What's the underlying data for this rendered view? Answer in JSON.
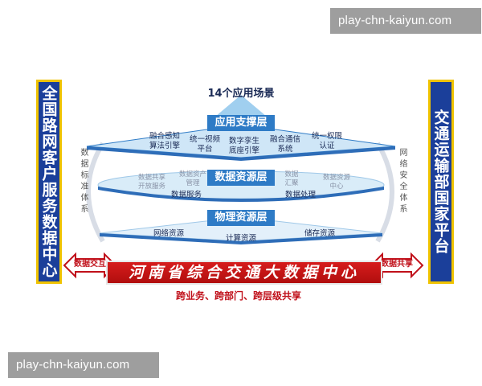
{
  "watermark": "play-chn-kaiyun.com",
  "left_panel": "全国路网客户服务数据中心",
  "right_panel": "交通运输部国家平台",
  "left_arc_label": "数据标准体系",
  "right_arc_label": "网络安全体系",
  "top_title": "14个应用场景",
  "layers": {
    "app": {
      "label": "应用支撑层",
      "items": [
        "融合感知\n算法引擎",
        "统一视频\n平台",
        "数字孪生\n底座引擎",
        "融合通信\n系统",
        "统一权限\n认证"
      ]
    },
    "data": {
      "label": "数据资源层",
      "items_dark": [
        "数据服务",
        "数据处理"
      ],
      "items_muted": [
        "数据共享\n开放服务",
        "数据资产\n管理",
        "数据\n汇聚",
        "数据资源\n中心"
      ]
    },
    "phys": {
      "label": "物理资源层",
      "items": [
        "网络资源",
        "计算资源",
        "储存资源"
      ]
    }
  },
  "left_arrow_label": "数据交互",
  "right_arrow_label": "数据共享",
  "banner": "河南省综合交通大数据中心",
  "share_line": "跨业务、跨部门、跨层级共享",
  "colors": {
    "panel_blue": "#1b3f9a",
    "panel_border": "#f0c300",
    "band_blue": "#2e7bc6",
    "banner_red": "#c8161d",
    "text_red": "#c0101a"
  }
}
